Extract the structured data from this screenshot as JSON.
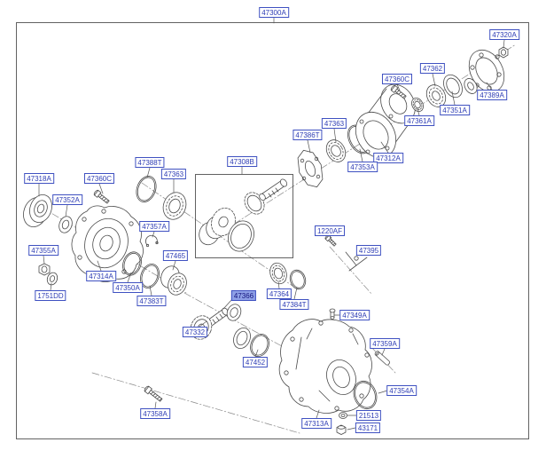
{
  "diagram_title_label": "47300A",
  "highlighted_part": "47366",
  "colors": {
    "label_text": "#2d3cb4",
    "label_border": "#3f51c1",
    "highlight_bg": "#8ea0e6",
    "highlight_text": "#12127d",
    "line_art": "#4b4b4b",
    "frame": "#3c3c3c"
  },
  "labels": [
    {
      "id": "47300A",
      "text": "47300A"
    },
    {
      "id": "47320A",
      "text": "47320A"
    },
    {
      "id": "47362",
      "text": "47362"
    },
    {
      "id": "47360C-right",
      "text": "47360C"
    },
    {
      "id": "47389A",
      "text": "47389A"
    },
    {
      "id": "47351A",
      "text": "47351A"
    },
    {
      "id": "47361A",
      "text": "47361A"
    },
    {
      "id": "47363-right",
      "text": "47363"
    },
    {
      "id": "47386T",
      "text": "47386T"
    },
    {
      "id": "47312A",
      "text": "47312A"
    },
    {
      "id": "47353A",
      "text": "47353A"
    },
    {
      "id": "47308B",
      "text": "47308B"
    },
    {
      "id": "47388T",
      "text": "47388T"
    },
    {
      "id": "47363-left",
      "text": "47363"
    },
    {
      "id": "47318A",
      "text": "47318A"
    },
    {
      "id": "47360C-left",
      "text": "47360C"
    },
    {
      "id": "47352A",
      "text": "47352A"
    },
    {
      "id": "47357A",
      "text": "47357A"
    },
    {
      "id": "1220AF",
      "text": "1220AF"
    },
    {
      "id": "47395",
      "text": "47395"
    },
    {
      "id": "47355A",
      "text": "47355A"
    },
    {
      "id": "47465",
      "text": "47465"
    },
    {
      "id": "47314A",
      "text": "47314A"
    },
    {
      "id": "47350A",
      "text": "47350A"
    },
    {
      "id": "1751DD",
      "text": "1751DD"
    },
    {
      "id": "47383T",
      "text": "47383T"
    },
    {
      "id": "47366",
      "text": "47366",
      "highlighted": true
    },
    {
      "id": "47364",
      "text": "47364"
    },
    {
      "id": "47384T",
      "text": "47384T"
    },
    {
      "id": "47349A",
      "text": "47349A"
    },
    {
      "id": "47332",
      "text": "47332"
    },
    {
      "id": "47359A",
      "text": "47359A"
    },
    {
      "id": "47452",
      "text": "47452"
    },
    {
      "id": "47354A",
      "text": "47354A"
    },
    {
      "id": "47313A",
      "text": "47313A"
    },
    {
      "id": "21513",
      "text": "21513"
    },
    {
      "id": "43171",
      "text": "43171"
    },
    {
      "id": "47358A",
      "text": "47358A"
    }
  ]
}
